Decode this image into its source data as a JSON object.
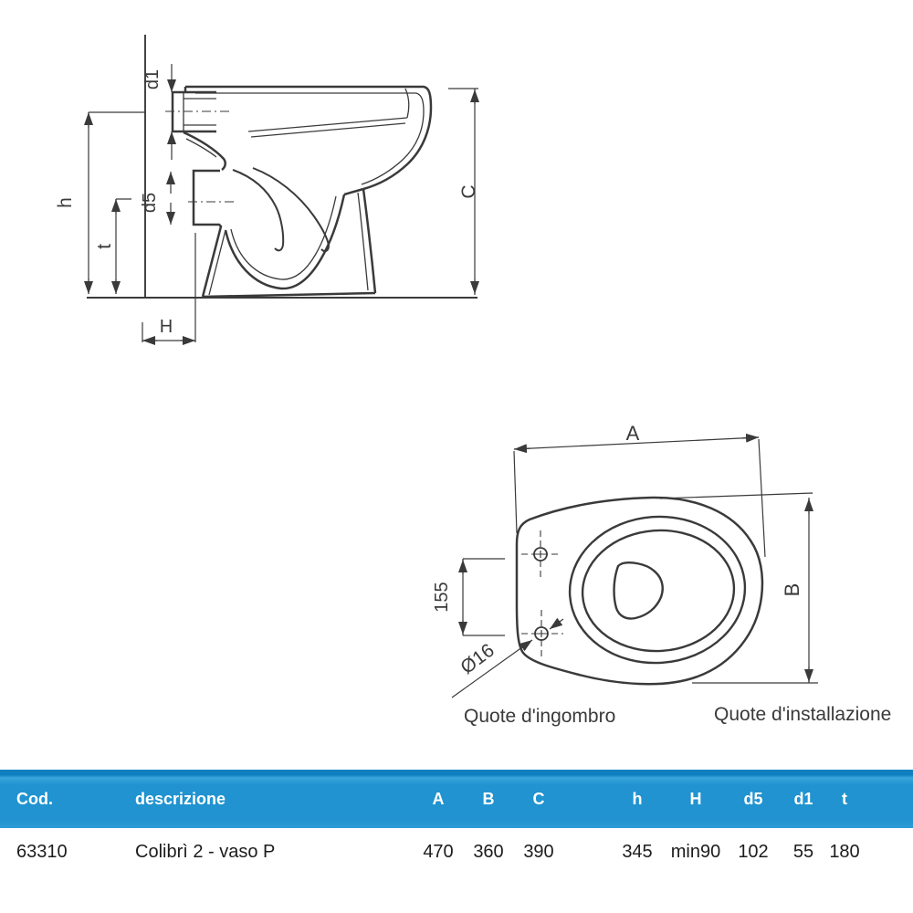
{
  "side_view": {
    "dim_labels": {
      "d1": "d1",
      "h": "h",
      "t": "t",
      "d5": "d5",
      "H": "H",
      "C": "C"
    }
  },
  "top_view": {
    "dim_labels": {
      "A": "A",
      "B": "B",
      "offset_155": "155",
      "hole_diameter": "Ø16"
    },
    "captions": {
      "left": "Quote d'ingombro",
      "right": "Quote d'installazione"
    }
  },
  "table": {
    "headers": [
      "Cod.",
      "descrizione",
      "A",
      "B",
      "C",
      "h",
      "H",
      "d5",
      "d1",
      "t"
    ],
    "rows": [
      [
        "63310",
        "Colibrì 2 - vaso P",
        "470",
        "360",
        "390",
        "345",
        "min90",
        "102",
        "55",
        "180"
      ]
    ]
  },
  "colors": {
    "header_blue": "#2093d0",
    "header_blue_dark": "#0f7fc0",
    "ink": "#3a3a3a"
  }
}
